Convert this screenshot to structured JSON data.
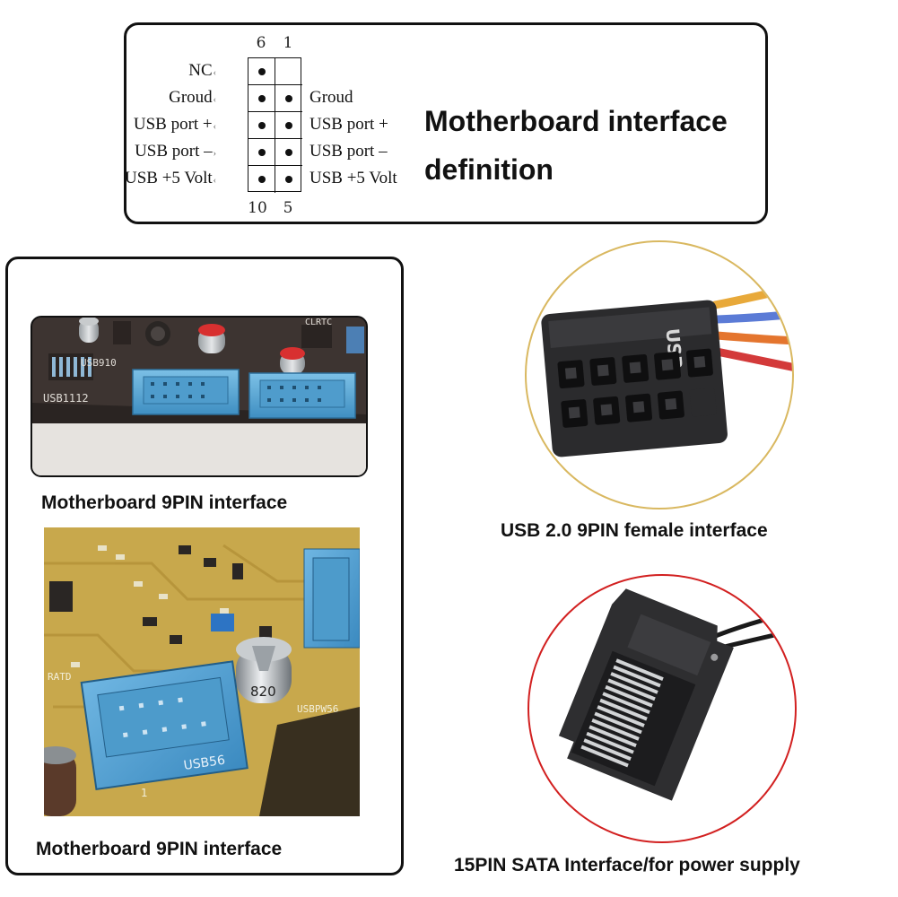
{
  "pinout": {
    "top_numbers": [
      "6",
      "1"
    ],
    "bottom_numbers": [
      "10",
      "5"
    ],
    "left_labels": [
      "NC",
      "Groud",
      "USB port +",
      "USB port –",
      "USB +5 Volt"
    ],
    "right_labels": [
      "Groud",
      "USB port +",
      "USB port –",
      "USB +5 Volt"
    ],
    "title": "Motherboard interface definition"
  },
  "captions": {
    "mb1": "Motherboard 9PIN interface",
    "mb2": "Motherboard 9PIN interface",
    "usb": "USB 2.0 9PIN female interface",
    "sata": "15PIN SATA Interface/for power supply"
  },
  "photo_text": {
    "usb910": "USB910",
    "usb1112": "USB1112",
    "clrtc": "CLRTC",
    "usb56": "USB56",
    "pin1": "1",
    "cap820": "820",
    "usb_connector": "USB",
    "ratd": "RATD",
    "usbpw": "USBPW56"
  },
  "colors": {
    "usb_circle": "#d9b860",
    "sata_circle": "#d22020",
    "header_blue": "#5aa7d6",
    "pcb_yellow": "#c9a94a"
  }
}
